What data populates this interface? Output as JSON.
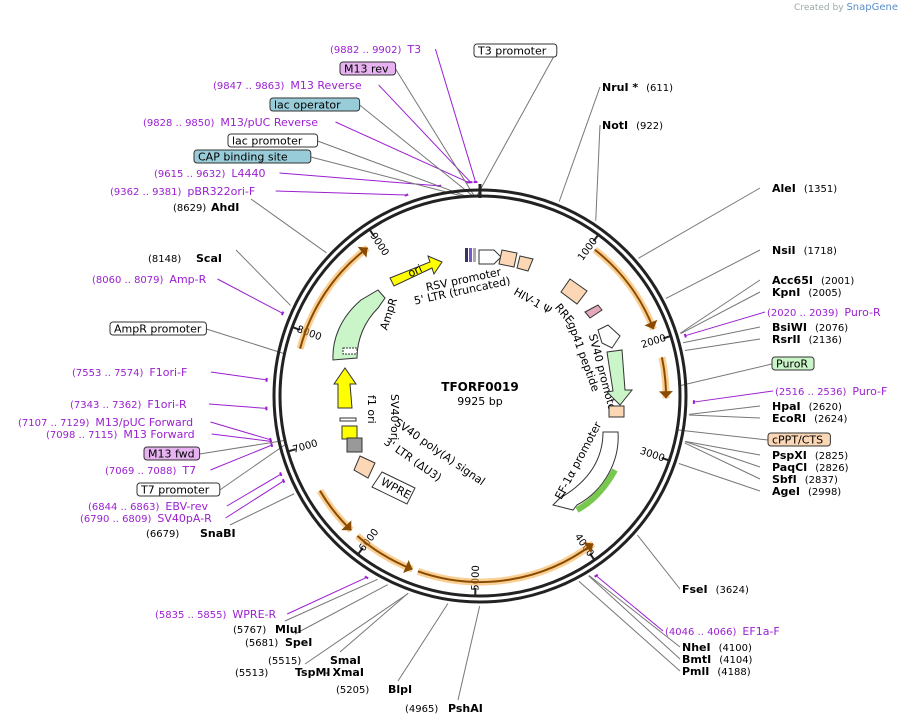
{
  "credit": {
    "prefix": "Created by",
    "brand": "SnapGene"
  },
  "plasmid": {
    "name": "TFORF0019",
    "length_label": "9925 bp",
    "length": 9925
  },
  "colors": {
    "enzyme_line": "#777777",
    "primer": "#9b1fd1",
    "arrow_orange": "#f6a73a",
    "promoter_fill": "#ffffff",
    "marker_green": "#c9f5c9",
    "ori_yellow": "#ffff00",
    "ltr_peach": "#fbd7b5"
  },
  "ticks": [
    {
      "pos": 1000,
      "label": "1000"
    },
    {
      "pos": 2000,
      "label": "2000"
    },
    {
      "pos": 3000,
      "label": "3000"
    },
    {
      "pos": 4000,
      "label": "4000"
    },
    {
      "pos": 5000,
      "label": "5000"
    },
    {
      "pos": 6000,
      "label": "6000"
    },
    {
      "pos": 7000,
      "label": "7000"
    },
    {
      "pos": 8000,
      "label": "8000"
    },
    {
      "pos": 9000,
      "label": "9000"
    }
  ],
  "enzymes": [
    {
      "name": "NruI *",
      "pos": "(611)",
      "at": 611,
      "side": "right"
    },
    {
      "name": "NotI",
      "pos": "(922)",
      "at": 922,
      "side": "right"
    },
    {
      "name": "AleI",
      "pos": "(1351)",
      "at": 1351,
      "side": "right"
    },
    {
      "name": "NsiI",
      "pos": "(1718)",
      "at": 1718,
      "side": "right"
    },
    {
      "name": "Acc65I",
      "pos": "(2001)",
      "at": 2001,
      "side": "right"
    },
    {
      "name": "KpnI",
      "pos": "(2005)",
      "at": 2005,
      "side": "right"
    },
    {
      "name": "BsiWI",
      "pos": "(2076)",
      "at": 2076,
      "side": "right"
    },
    {
      "name": "RsrII",
      "pos": "(2136)",
      "at": 2136,
      "side": "right"
    },
    {
      "name": "HpaI",
      "pos": "(2620)",
      "at": 2620,
      "side": "right"
    },
    {
      "name": "EcoRI",
      "pos": "(2624)",
      "at": 2624,
      "side": "right"
    },
    {
      "name": "PspXI",
      "pos": "(2825)",
      "at": 2825,
      "side": "right"
    },
    {
      "name": "PaqCI",
      "pos": "(2826)",
      "at": 2826,
      "side": "right"
    },
    {
      "name": "SbfI",
      "pos": "(2837)",
      "at": 2837,
      "side": "right"
    },
    {
      "name": "AgeI",
      "pos": "(2998)",
      "at": 2998,
      "side": "right"
    },
    {
      "name": "FseI",
      "pos": "(3624)",
      "at": 3624,
      "side": "right"
    },
    {
      "name": "NheI",
      "pos": "(4100)",
      "at": 4100,
      "side": "right"
    },
    {
      "name": "BmtI",
      "pos": "(4104)",
      "at": 4104,
      "side": "right"
    },
    {
      "name": "PmlI",
      "pos": "(4188)",
      "at": 4188,
      "side": "right"
    },
    {
      "name": "PshAI",
      "pos": "(4965)",
      "at": 4965,
      "side": "left"
    },
    {
      "name": "BlpI",
      "pos": "(5205)",
      "at": 5205,
      "side": "left"
    },
    {
      "name": "TspMI",
      "pos": "(5513)",
      "at": 5513,
      "side": "left"
    },
    {
      "name": "XmaI",
      "pos": "",
      "at": 5513,
      "side": "left",
      "prefix": "-"
    },
    {
      "name": "SmaI",
      "pos": "(5515)",
      "at": 5515,
      "side": "left"
    },
    {
      "name": "SpeI",
      "pos": "(5681)",
      "at": 5681,
      "side": "left"
    },
    {
      "name": "MluI",
      "pos": "(5767)",
      "at": 5767,
      "side": "left"
    },
    {
      "name": "SnaBI",
      "pos": "(6679)",
      "at": 6679,
      "side": "left"
    },
    {
      "name": "ScaI",
      "pos": "(8148)",
      "at": 8148,
      "side": "left"
    },
    {
      "name": "AhdI",
      "pos": "(8629)",
      "at": 8629,
      "side": "left"
    }
  ],
  "primers": [
    {
      "name": "T3",
      "range": "(9882 .. 9902)",
      "at": 9892,
      "side": "left"
    },
    {
      "name": "M13 Reverse",
      "range": "(9847 .. 9863)",
      "at": 9855,
      "side": "left"
    },
    {
      "name": "M13/pUC Reverse",
      "range": "(9828 .. 9850)",
      "at": 9839,
      "side": "left"
    },
    {
      "name": "L4440",
      "range": "(9615 .. 9632)",
      "at": 9623,
      "side": "left"
    },
    {
      "name": "pBR322ori-F",
      "range": "(9362 .. 9381)",
      "at": 9371,
      "side": "left"
    },
    {
      "name": "Amp-R",
      "range": "(8060 .. 8079)",
      "at": 8070,
      "side": "left"
    },
    {
      "name": "F1ori-F",
      "range": "(7553 .. 7574)",
      "at": 7563,
      "side": "left"
    },
    {
      "name": "F1ori-R",
      "range": "(7343 .. 7362)",
      "at": 7352,
      "side": "left"
    },
    {
      "name": "M13/pUC Forward",
      "range": "(7107 .. 7129)",
      "at": 7118,
      "side": "left"
    },
    {
      "name": "M13 Forward",
      "range": "(7098 .. 7115)",
      "at": 7106,
      "side": "left"
    },
    {
      "name": "T7",
      "range": "(7069 .. 7088)",
      "at": 7078,
      "side": "left"
    },
    {
      "name": "EBV-rev",
      "range": "(6844 .. 6863)",
      "at": 6853,
      "side": "left"
    },
    {
      "name": "SV40pA-R",
      "range": "(6790 .. 6809)",
      "at": 6799,
      "side": "left"
    },
    {
      "name": "WPRE-R",
      "range": "(5835 .. 5855)",
      "at": 5845,
      "side": "left"
    },
    {
      "name": "Puro-R",
      "range": "(2020 .. 2039)",
      "at": 2030,
      "side": "right"
    },
    {
      "name": "Puro-F",
      "range": "(2516 .. 2536)",
      "at": 2526,
      "side": "right"
    },
    {
      "name": "EF1a-F",
      "range": "(4046 .. 4066)",
      "at": 4056,
      "side": "right"
    }
  ],
  "boxes": [
    {
      "label": "T3 promoter",
      "at": 9900,
      "fill": "#ffffff",
      "stroke": "#333333"
    },
    {
      "label": "M13 rev",
      "at": 9880,
      "fill": "#e6b3f0",
      "stroke": "#333333"
    },
    {
      "label": "lac operator",
      "at": 9870,
      "fill": "#99ccd9",
      "stroke": "#333333"
    },
    {
      "label": "lac promoter",
      "at": 9820,
      "fill": "#ffffff",
      "stroke": "#333333"
    },
    {
      "label": "CAP binding site",
      "at": 9800,
      "fill": "#99ccd9",
      "stroke": "#333333"
    },
    {
      "label": "AmpR promoter",
      "at": 7780,
      "fill": "#ffffff",
      "stroke": "#333333"
    },
    {
      "label": "M13 fwd",
      "at": 7090,
      "fill": "#e6b3f0",
      "stroke": "#333333"
    },
    {
      "label": "T7 promoter",
      "at": 7060,
      "fill": "#ffffff",
      "stroke": "#333333"
    },
    {
      "label": "PuroR",
      "at": 2400,
      "fill": "#c9f5c9",
      "stroke": "#333333"
    },
    {
      "label": "cPPT/CTS",
      "at": 2750,
      "fill": "#fbd7b5",
      "stroke": "#333333"
    }
  ],
  "inner_features": {
    "ori": "ori",
    "rsv": "RSV promoter",
    "ltr5": "5' LTR (truncated)",
    "hiv": "HIV-1 Ψ",
    "rre": "RRE",
    "gp41": "gp41 peptide",
    "sv40p": "SV40 promoter",
    "ampr": "AmpR",
    "f1": "f1 ori",
    "sv40ori": "SV40 ori",
    "sv40pa": "SV40 poly(A) signal",
    "ltr3": "3' LTR (ΔU3)",
    "wpre": "WPRE",
    "ef1a": "EF-1α promoter"
  }
}
